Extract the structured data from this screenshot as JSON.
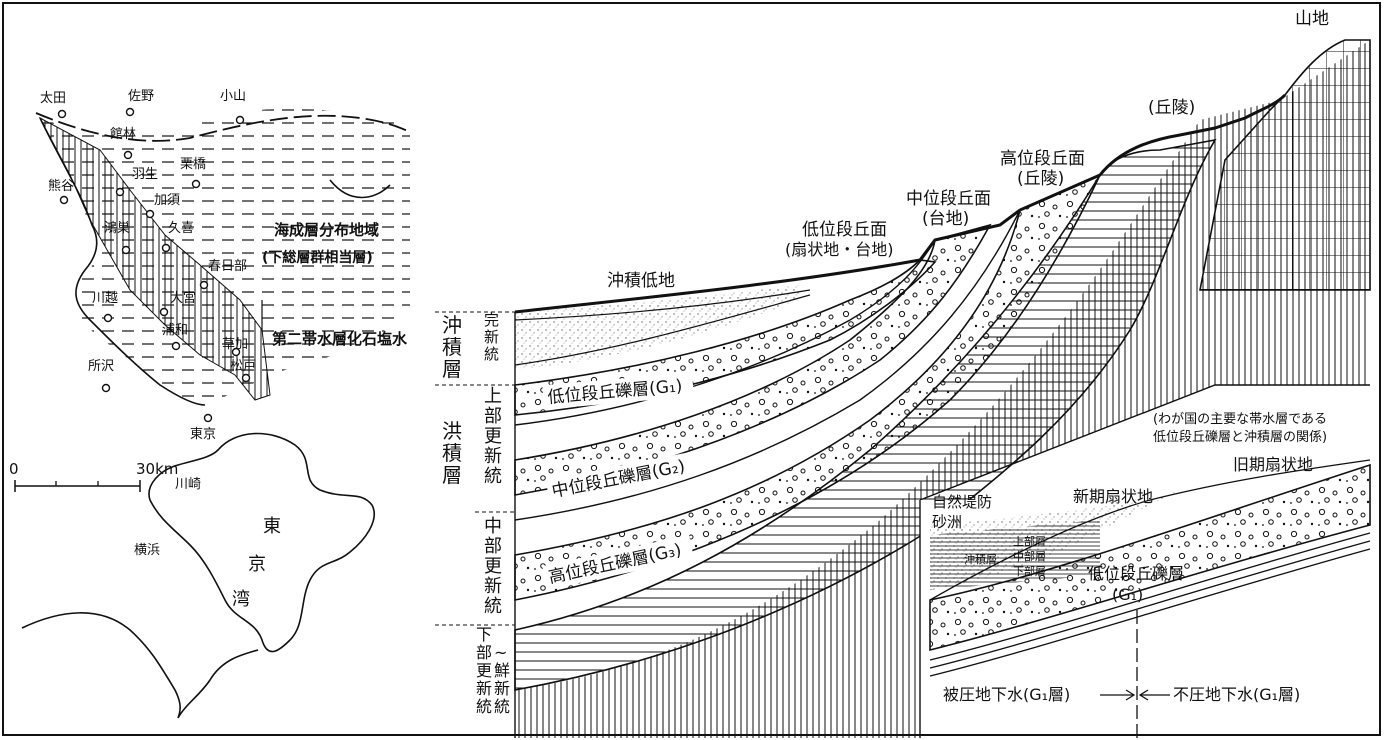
{
  "map": {
    "cities": [
      "太田",
      "佐野",
      "小山",
      "館林",
      "栗橋",
      "熊谷",
      "羽生",
      "加須",
      "鴻巣",
      "久喜",
      "春日部",
      "川越",
      "大宮",
      "浦和",
      "草加",
      "松戸",
      "所沢",
      "東京",
      "川崎",
      "横浜"
    ],
    "bay_chars": [
      "東",
      "京",
      "湾"
    ],
    "marine_label_1": "海成層分布地域",
    "marine_label_2": "(下総層群相当層)",
    "fossil_label": "第二帯水層化石塩水",
    "scale_zero": "0",
    "scale_end": "30km"
  },
  "section": {
    "surface_labels": {
      "mountain": "山地",
      "hill": "(丘陵)",
      "high_terrace_1": "高位段丘面",
      "high_terrace_2": "(丘陵)",
      "mid_terrace_1": "中位段丘面",
      "mid_terrace_2": "(台地)",
      "low_terrace_1": "低位段丘面",
      "low_terrace_2": "(扇状地・台地)",
      "alluvial_lowland": "沖積低地"
    },
    "strata_column": {
      "alluvium_col": "沖\n積\n層",
      "holocene": "完\n新\n統",
      "diluvium_col": "洪\n\n積\n\n層",
      "upper_pleistocene": "上\n部\n更\n新\n統",
      "middle_pleistocene": "中\n部\n更\n新\n統",
      "lower_left": "下\n部\n更\n新\n統",
      "lower_right": "\n~\n鮮\n新\n統"
    },
    "gravel_layers": {
      "g1": "低位段丘礫層(G₁)",
      "g2": "中位段丘礫層(G₂)",
      "g3": "高位段丘礫層(G₃)"
    }
  },
  "inset": {
    "caption_1": "(わが国の主要な帯水層である",
    "caption_2": "低位段丘礫層と沖積層の関係)",
    "old_fan": "旧期扇状地",
    "new_fan": "新期扇状地",
    "levee": "自然堤防",
    "sandbar": "砂洲",
    "alluvium": "沖積層",
    "upper_layer": "上部層",
    "middle_layer": "中部層",
    "lower_layer": "下部層",
    "gravel": "低位段丘礫層",
    "gravel_sym": "(G₁)",
    "confined": "被圧地下水(G₁層)",
    "unconfined": "不圧地下水(G₁層)"
  },
  "colors": {
    "ink": "#111111",
    "paper": "#ffffff"
  }
}
